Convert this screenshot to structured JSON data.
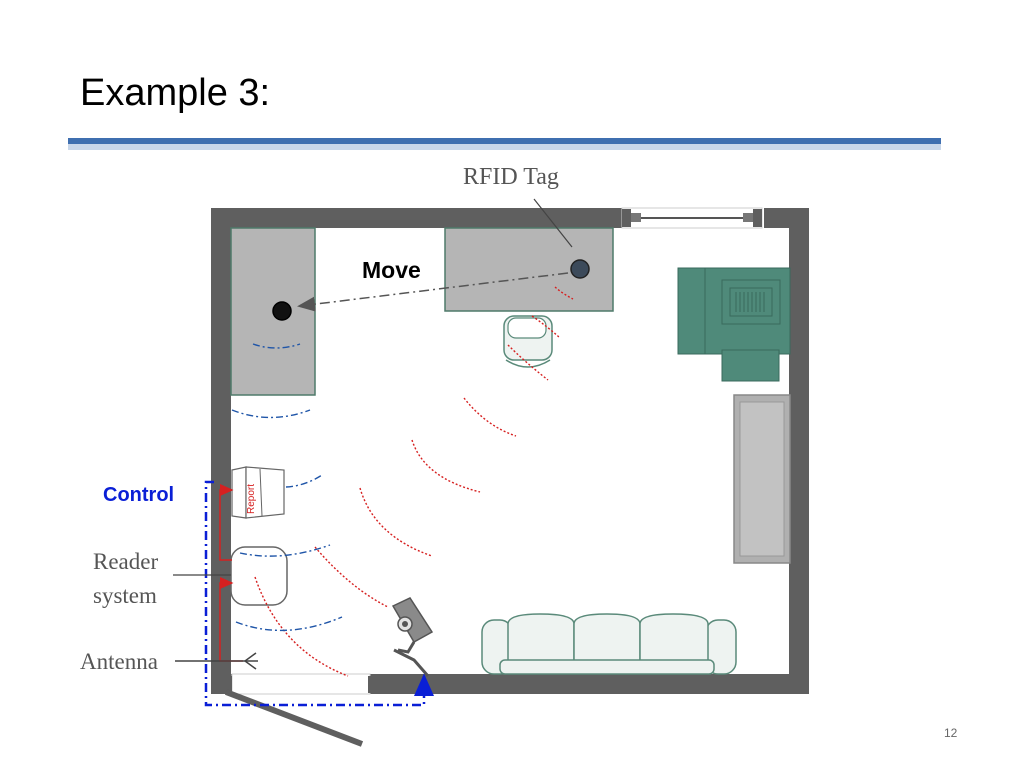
{
  "slide": {
    "title": "Example 3:",
    "page_number": "12"
  },
  "diagram": {
    "labels": {
      "rfid_tag": "RFID Tag",
      "move": "Move",
      "control": "Control",
      "report": "Report",
      "reader_system_line1": "Reader",
      "reader_system_line2": "system",
      "antenna": "Antenna"
    },
    "colors": {
      "wall": "#5f5f5f",
      "desk": "#b5b5b5",
      "cabinet": "#4f8a7a",
      "signal_red": "#d62020",
      "signal_blue": "#1f55a8",
      "control_blue": "#0a1fd6",
      "title_rule": "#3f6fb0"
    }
  }
}
